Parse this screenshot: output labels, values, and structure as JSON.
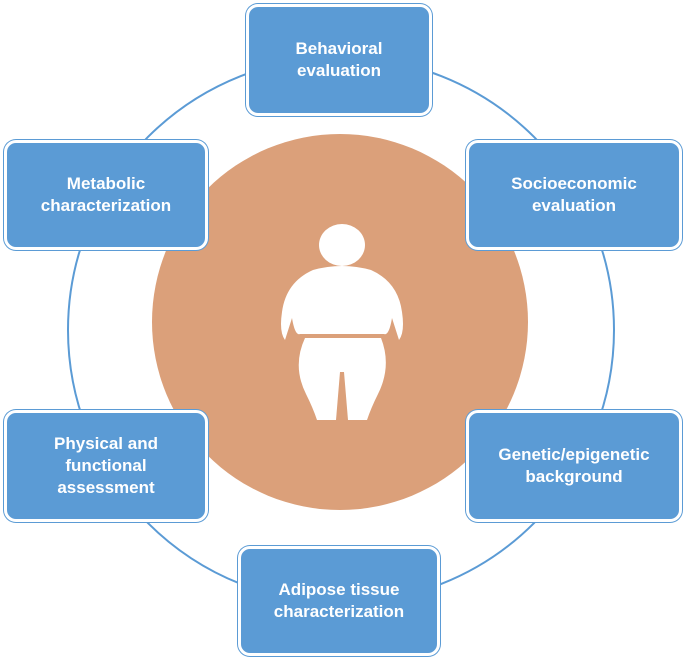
{
  "diagram": {
    "colors": {
      "box_fill": "#5b9bd5",
      "ring_line": "#5b9bd5",
      "center_disc": "#dba07a",
      "figure": "#ffffff"
    },
    "center_icon": "obese-person-icon",
    "boxes": [
      {
        "id": "behavioral",
        "lines": [
          "Behavioral",
          "evaluation"
        ]
      },
      {
        "id": "socioeconomic",
        "lines": [
          "Socioeconomic",
          "evaluation"
        ]
      },
      {
        "id": "genetic",
        "lines": [
          "Genetic/epigenetic",
          "background"
        ]
      },
      {
        "id": "adipose",
        "lines": [
          "Adipose tissue",
          "characterization"
        ]
      },
      {
        "id": "physical",
        "lines": [
          "Physical and",
          "functional",
          "assessment"
        ]
      },
      {
        "id": "metabolic",
        "lines": [
          "Metabolic",
          "characterization"
        ]
      }
    ]
  }
}
